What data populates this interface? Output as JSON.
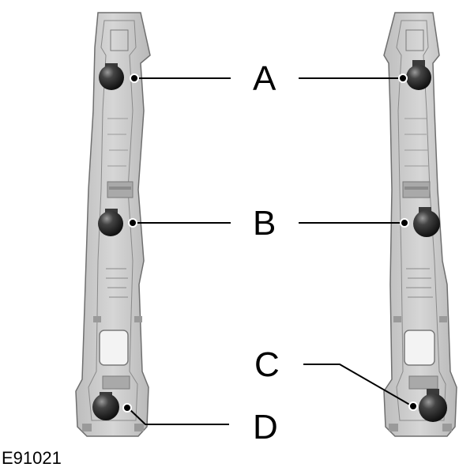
{
  "labels": {
    "a": "A",
    "b": "B",
    "c": "C",
    "d": "D"
  },
  "figure_id": "E91021",
  "colors": {
    "housing_fill": "#c9c9c9",
    "housing_stroke": "#6f6f6f",
    "detail": "#8a8a8a",
    "bulb": "#2a2a2a",
    "leader": "#000000"
  }
}
